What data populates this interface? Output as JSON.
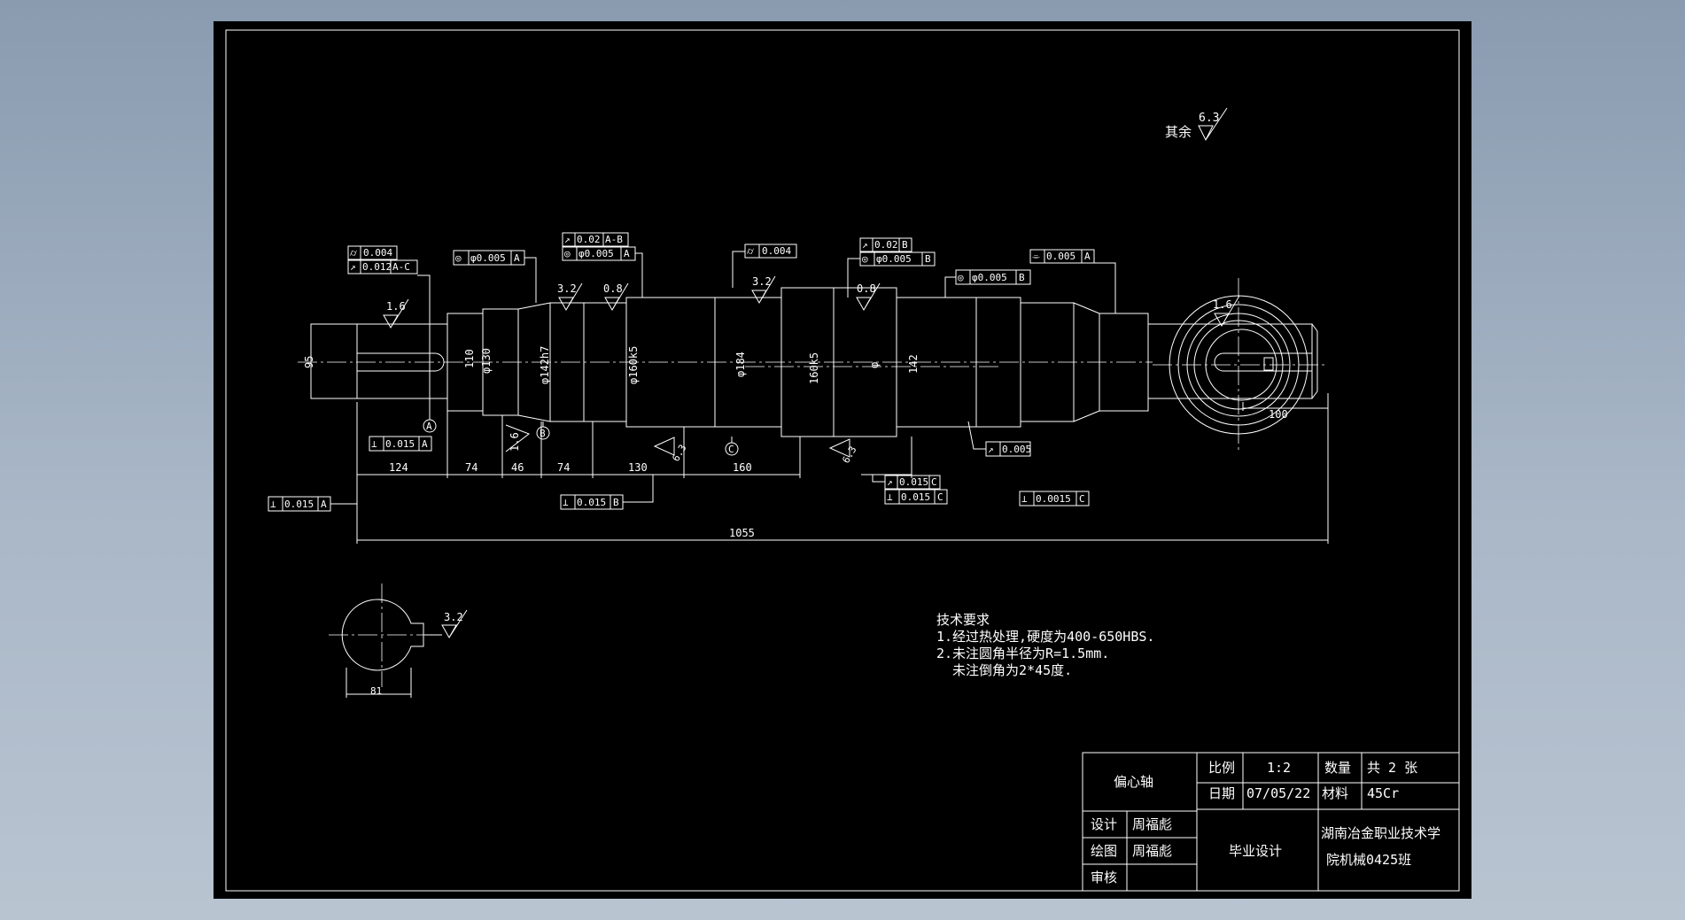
{
  "surface_finish": {
    "other_label": "其余",
    "other_value": "6.3"
  },
  "roughness": [
    "1.6",
    "3.2",
    "0.8",
    "3.2",
    "0.8",
    "1.6",
    "1.6",
    "3.2",
    "6.3",
    "6.3"
  ],
  "tolerance_frames": [
    {
      "sym": "⌭",
      "val": "0.004",
      "ref": ""
    },
    {
      "sym": "↗",
      "val": "0.012",
      "ref": "A-C"
    },
    {
      "sym": "◎",
      "val": "φ0.005",
      "ref": "A"
    },
    {
      "sym": "↗",
      "val": "0.02",
      "ref": "A-B"
    },
    {
      "sym": "◎",
      "val": "φ0.005",
      "ref": "A"
    },
    {
      "sym": "⌭",
      "val": "0.004",
      "ref": ""
    },
    {
      "sym": "↗",
      "val": "0.02",
      "ref": "B"
    },
    {
      "sym": "◎",
      "val": "φ0.005",
      "ref": "B"
    },
    {
      "sym": "◎",
      "val": "φ0.005",
      "ref": "B"
    },
    {
      "sym": "⌯",
      "val": "0.005",
      "ref": "A"
    },
    {
      "sym": "⊥",
      "val": "0.015",
      "ref": "A"
    },
    {
      "sym": "⊥",
      "val": "0.015",
      "ref": "A"
    },
    {
      "sym": "⊥",
      "val": "0.015",
      "ref": "B"
    },
    {
      "sym": "↗",
      "val": "0.015",
      "ref": "C"
    },
    {
      "sym": "⊥",
      "val": "0.015",
      "ref": "C"
    },
    {
      "sym": "⊥",
      "val": "0.0015",
      "ref": "C"
    },
    {
      "sym": "↗",
      "val": "0.005",
      "ref": ""
    }
  ],
  "dimensions": {
    "vertical": [
      "95",
      "110",
      "φ130",
      "φ142h7",
      "φ160k5",
      "φ184",
      "160k5",
      "142",
      "φ"
    ],
    "horizontal": [
      "124",
      "74",
      "46",
      "74",
      "130",
      "160",
      "100",
      "1055",
      "81"
    ]
  },
  "datums": [
    "A",
    "B",
    "C"
  ],
  "notes": {
    "title": "技术要求",
    "lines": [
      "1.经过热处理,硬度为400-650HBS.",
      "2.未注圆角半径为R=1.5mm.",
      "  未注倒角为2*45度."
    ]
  },
  "title_block": {
    "part_name": "偏心轴",
    "scale_label": "比例",
    "scale_value": "1:2",
    "qty_label": "数量",
    "qty_value": "共 2 张",
    "date_label": "日期",
    "date_value": "07/05/22",
    "material_label": "材料",
    "material_value": "45Cr",
    "design_label": "设计",
    "design_name": "周福彪",
    "draw_label": "绘图",
    "draw_name": "周福彪",
    "check_label": "审核",
    "project": "毕业设计",
    "school_line1": "湖南冶金职业技术学",
    "school_line2": "院机械0425班"
  }
}
